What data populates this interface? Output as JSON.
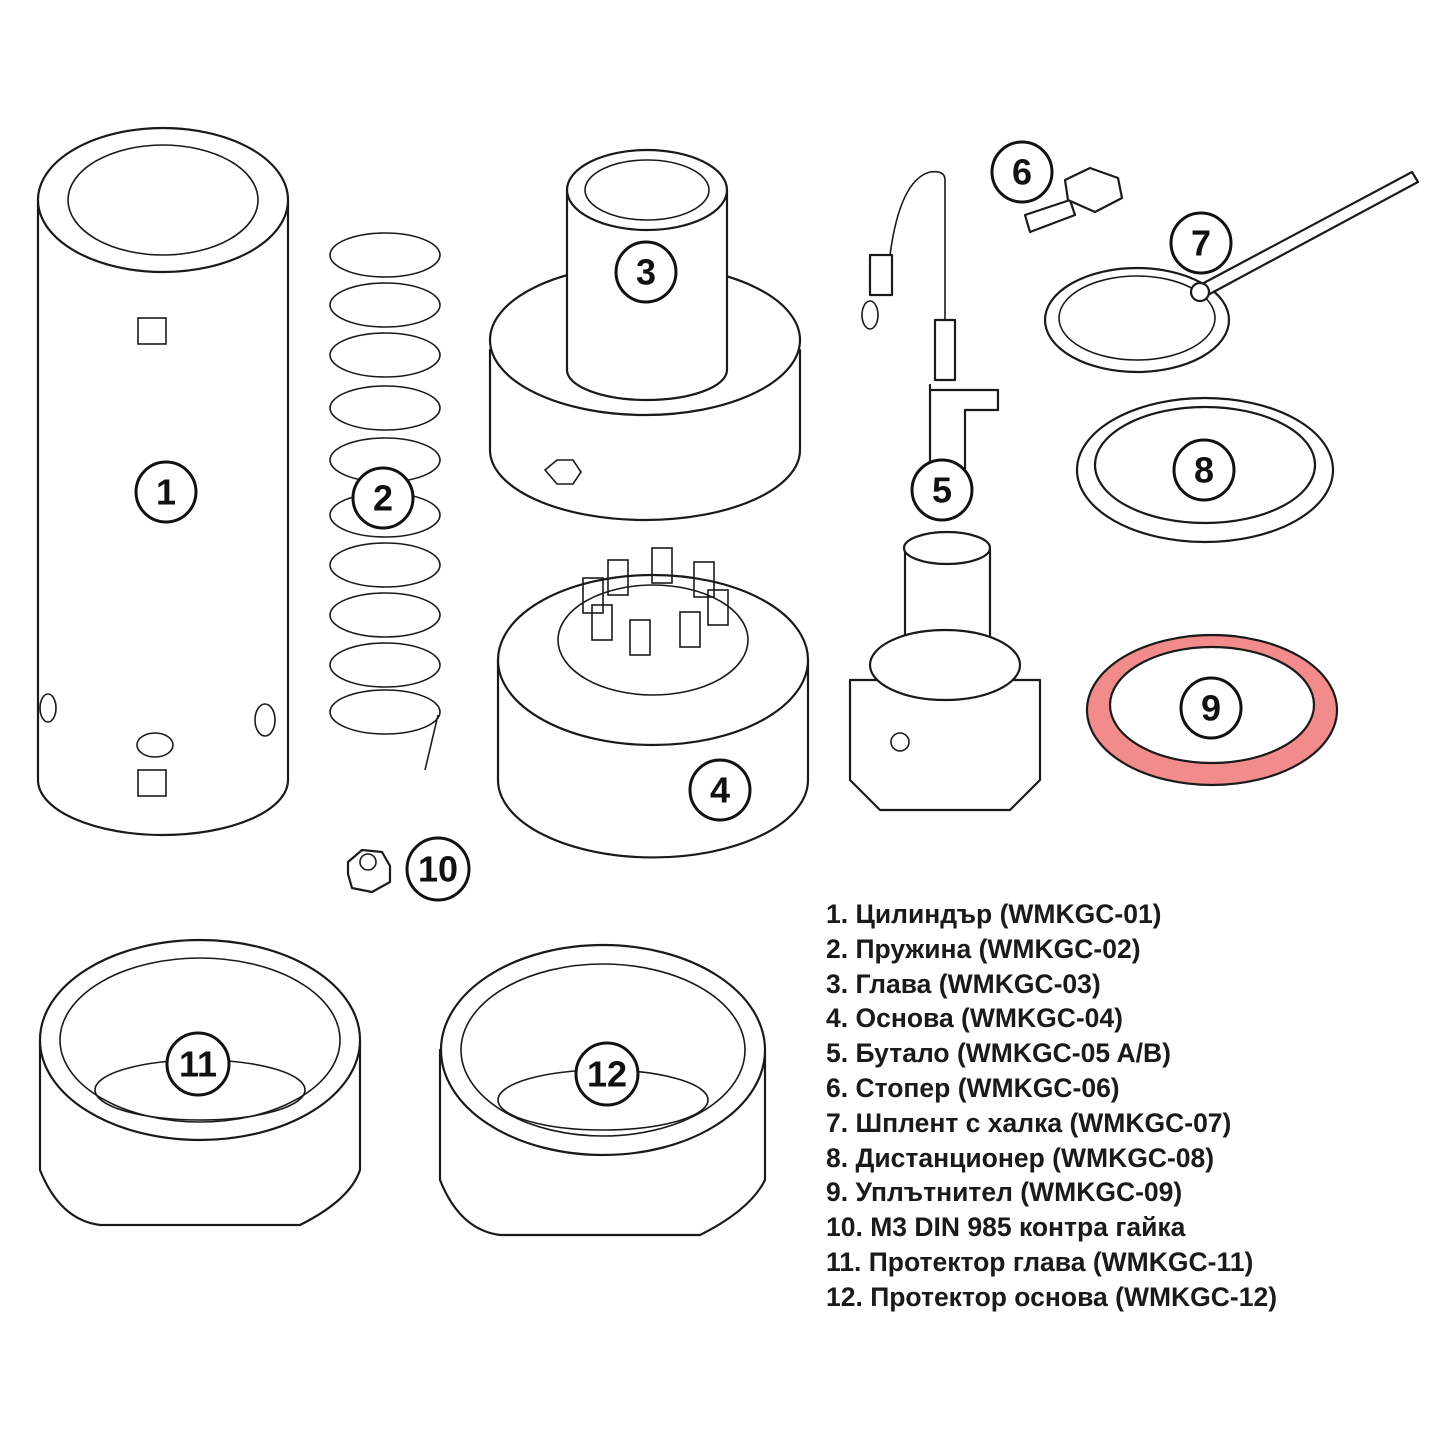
{
  "callouts": [
    "1",
    "2",
    "3",
    "4",
    "5",
    "6",
    "7",
    "8",
    "9",
    "10",
    "11",
    "12"
  ],
  "highlight_color": "#f28b8b",
  "parts_list": [
    "1. Цилиндър (WMKGC-01)",
    "2. Пружина (WMKGC-02)",
    "3. Глава (WMKGC-03)",
    "4. Основа (WMKGC-04)",
    "5. Бутало (WMKGC-05 A/B)",
    "6. Стопер (WMKGC-06)",
    "7. Шплент с халка (WMKGC-07)",
    "8. Дистанционер (WMKGC-08)",
    "9. Уплътнител (WMKGC-09)",
    "10. M3 DIN 985 контра гайка",
    "11. Протектор глава (WMKGC-11)",
    "12. Протектор основа (WMKGC-12)"
  ]
}
